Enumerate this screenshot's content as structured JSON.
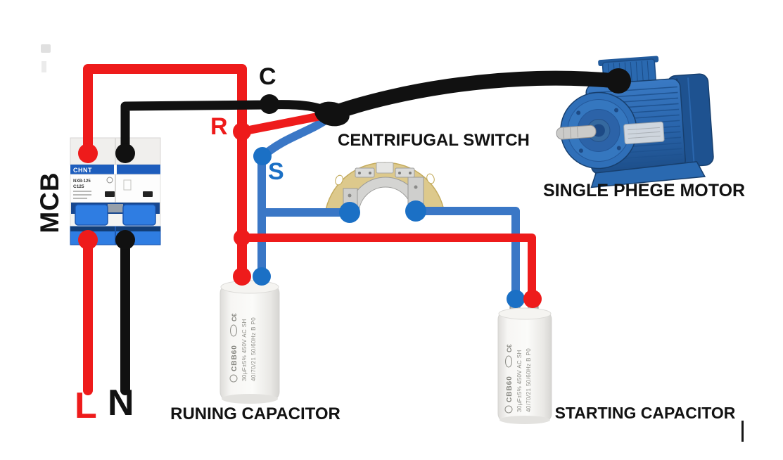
{
  "colors": {
    "red": "#ee1b1b",
    "black": "#111111",
    "blue": "#3a77c6",
    "blue-dot": "#1b70c5",
    "motor-blue": "#2a66ad",
    "switch-tan": "#ddc98c"
  },
  "labels": {
    "mcb": "MCB",
    "terminal_c": "C",
    "terminal_r": "R",
    "terminal_s": "S",
    "line": "L",
    "neutral": "N",
    "centrifugal_switch": "CENTRIFUGAL SWITCH",
    "motor": "SINGLE PHEGE MOTOR",
    "running_capacitor": "RUNING CAPACITOR",
    "starting_capacitor": "STARTING CAPACITOR"
  },
  "breaker": {
    "brand": "CHNT",
    "model": "NXB-125",
    "rating": "C125"
  },
  "capacitor_markings": {
    "series": "CBB60",
    "spec1": "30µF±5% 450V AC SH",
    "spec2": "40/70/21 50/60Hz B P0",
    "ce": "C€"
  }
}
